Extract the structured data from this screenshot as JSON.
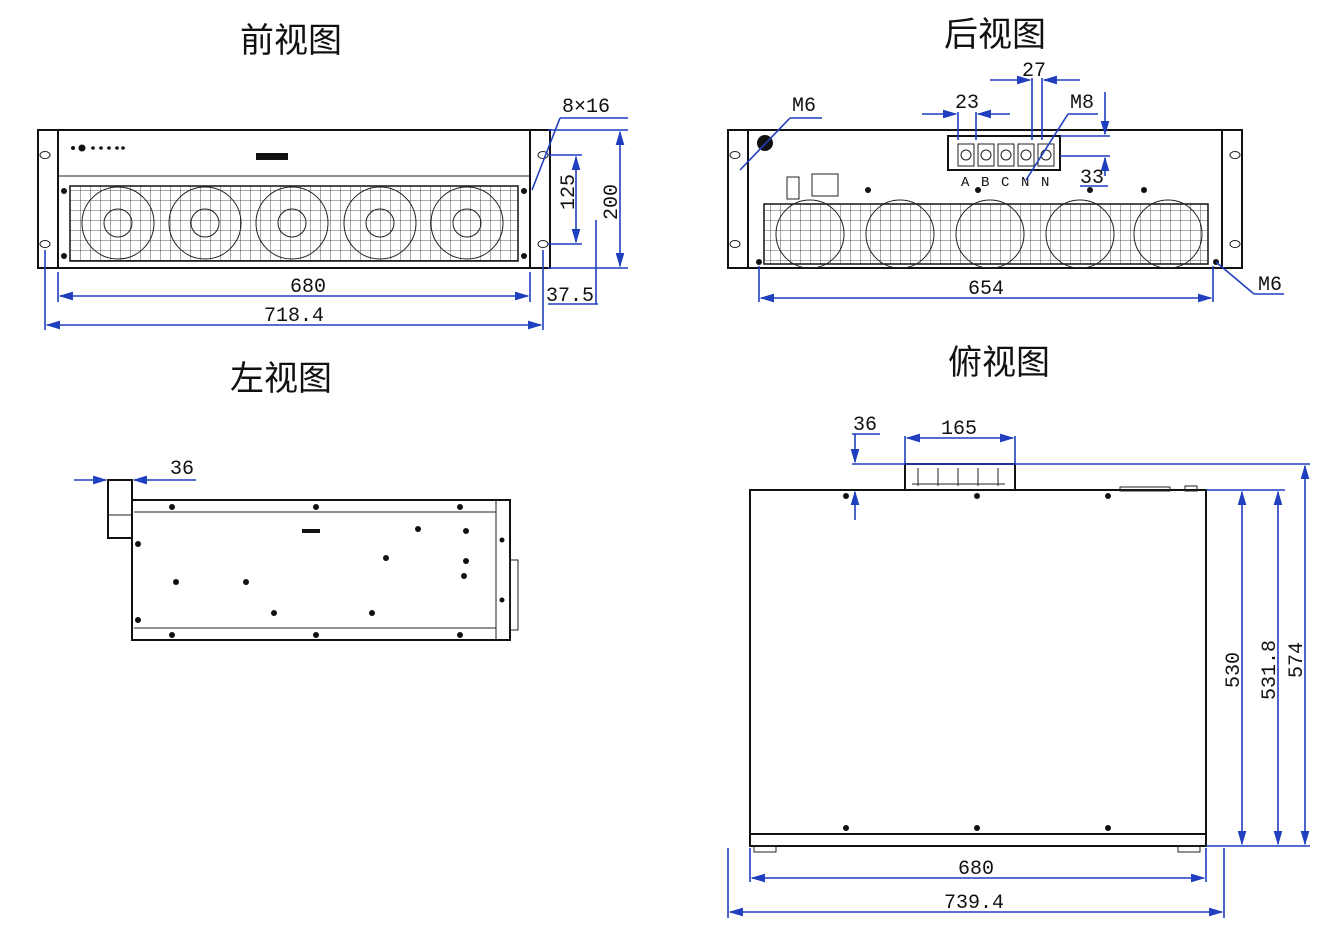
{
  "views": {
    "front": {
      "title": "前视图",
      "dims": {
        "width_inner": "680",
        "width_outer": "718.4",
        "slot": "8×16",
        "h125": "125",
        "h200": "200",
        "h375": "37.5"
      }
    },
    "rear": {
      "title": "后视图",
      "dims": {
        "d27": "27",
        "d23": "23",
        "m8": "M8",
        "m6_top": "M6",
        "m6_bottom": "M6",
        "d33": "33",
        "width": "654"
      },
      "terminals": [
        "A",
        "B",
        "C",
        "N",
        "N"
      ]
    },
    "left": {
      "title": "左视图",
      "dims": {
        "d36": "36"
      }
    },
    "top": {
      "title": "俯视图",
      "dims": {
        "d36": "36",
        "d165": "165",
        "d530": "530",
        "d531_8": "531.8",
        "d574": "574",
        "w680": "680",
        "w739_4": "739.4"
      }
    }
  },
  "colors": {
    "dimension": "#1f3fbf",
    "outline": "#111111"
  }
}
